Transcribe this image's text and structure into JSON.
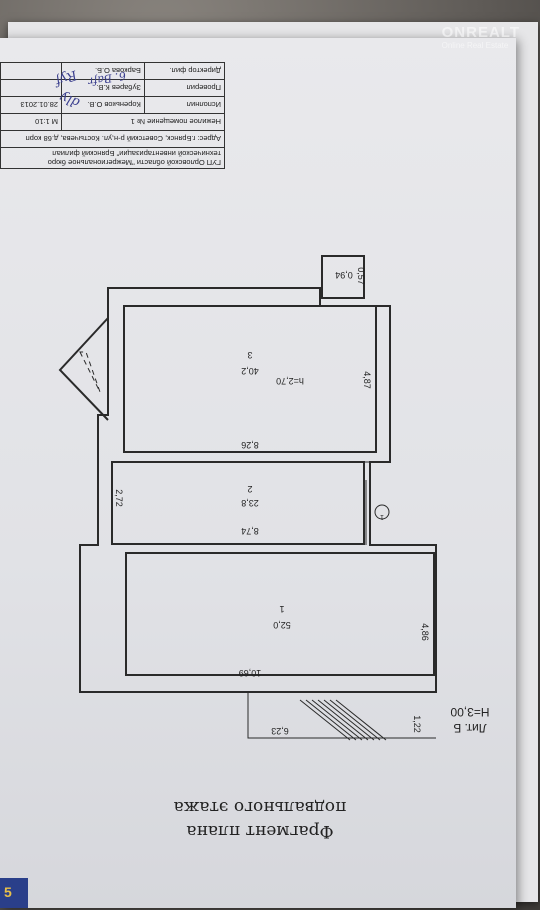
{
  "watermark": {
    "brand": "ONREALT",
    "sub": "Online Real Estate"
  },
  "stamp": {
    "org_line1": "ГУП Орловской области \"Межрегиональное бюро",
    "org_line2": "технической инвентаризации\" Брянский филиал",
    "address": "Адрес: г.Брянск, Советский р-н,ул. Костычева, д.68 корп",
    "premise": "Нежилое помещение № 1",
    "scale": "М 1:10",
    "executor_label": "Исполнил",
    "executor_name": "Кореньков О.В.",
    "date": "28.01.2013",
    "checked_label": "Проверил",
    "checked_name": "Зубарев К.В.",
    "director_label": "Директор фил.",
    "director_name": "Баркова О.Б."
  },
  "plan": {
    "title_line1": "Фрагмент плана",
    "title_line2": "подвального этажа",
    "lit": "Лит. Б",
    "height": "H=3,00",
    "rooms": [
      {
        "number": "3",
        "area": "40,2",
        "ceiling": "h=2,70"
      },
      {
        "number": "2",
        "area": "23,8"
      },
      {
        "number": "1",
        "area": "52,0"
      }
    ],
    "dimensions": [
      "8,26",
      "4,87",
      "2,72",
      "8,74",
      "10,69",
      "4,86",
      "6,23",
      "1,22",
      "0,94",
      "0,57"
    ],
    "section_mark": "1"
  },
  "corner_badge": "5"
}
